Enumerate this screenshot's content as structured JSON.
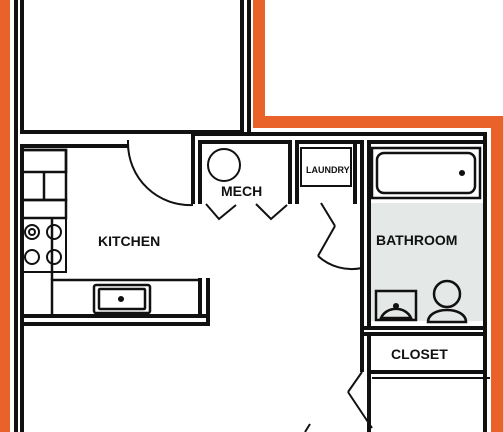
{
  "colors": {
    "exterior": "#e8622a",
    "wall": "#111111",
    "bathroom_floor": "#e4e8e6",
    "background": "#ffffff"
  },
  "rooms": {
    "kitchen": "KITCHEN",
    "mech": "MECH",
    "laundry": "LAUNDRY",
    "bathroom": "BATHROOM",
    "closet": "CLOSET"
  },
  "fixtures": {
    "stove": "stove-icon",
    "kitchen_sink": "kitchen-sink-icon",
    "water_heater": "water-heater-icon",
    "bathtub": "bathtub-icon",
    "bathroom_sink": "bathroom-sink-icon",
    "toilet": "toilet-icon"
  }
}
